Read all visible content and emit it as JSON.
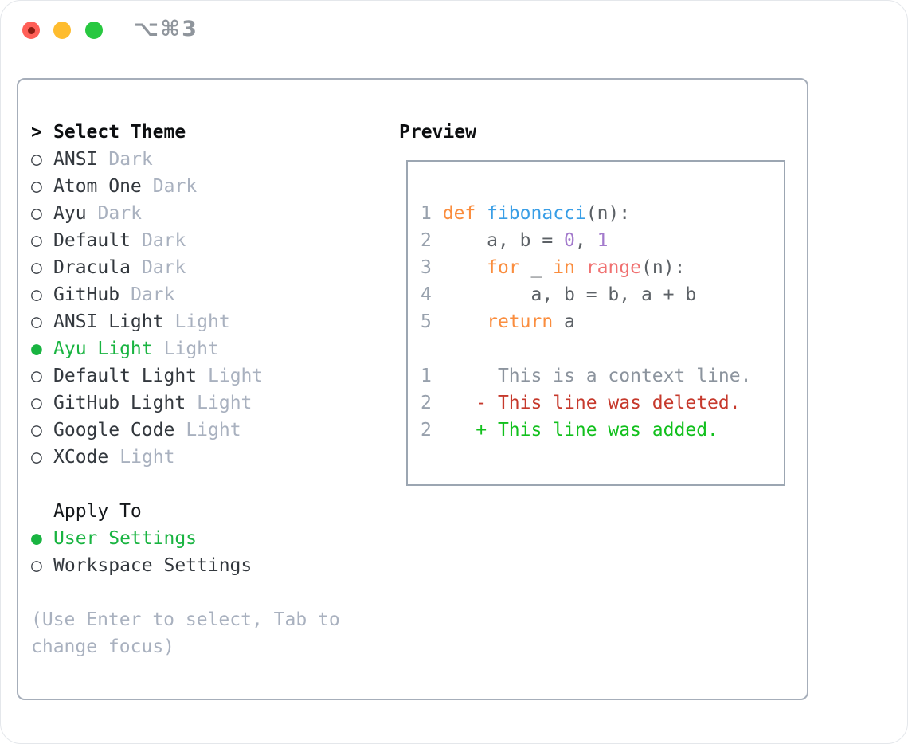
{
  "titlebar": {
    "title": "⌥⌘3",
    "close_color": "#ff5f57",
    "minimize_color": "#febc2e",
    "zoom_color": "#28c840"
  },
  "left": {
    "prompt": ">",
    "select_theme_label": "Select Theme",
    "radio_on": "●",
    "radio_off": "○",
    "themes": [
      {
        "name": "ANSI",
        "variant": "Dark",
        "selected": false
      },
      {
        "name": "Atom One",
        "variant": "Dark",
        "selected": false
      },
      {
        "name": "Ayu",
        "variant": "Dark",
        "selected": false
      },
      {
        "name": "Default",
        "variant": "Dark",
        "selected": false
      },
      {
        "name": "Dracula",
        "variant": "Dark",
        "selected": false
      },
      {
        "name": "GitHub",
        "variant": "Dark",
        "selected": false
      },
      {
        "name": "ANSI Light",
        "variant": "Light",
        "selected": false
      },
      {
        "name": "Ayu Light",
        "variant": "Light",
        "selected": true
      },
      {
        "name": "Default Light",
        "variant": "Light",
        "selected": false
      },
      {
        "name": "GitHub Light",
        "variant": "Light",
        "selected": false
      },
      {
        "name": "Google Code",
        "variant": "Light",
        "selected": false
      },
      {
        "name": "XCode",
        "variant": "Light",
        "selected": false
      }
    ],
    "apply_to_label": "Apply To",
    "apply_options": [
      {
        "label": "User Settings",
        "selected": true
      },
      {
        "label": "Workspace Settings",
        "selected": false
      }
    ],
    "help_line1": "(Use Enter to select, Tab to",
    "help_line2": "change focus)"
  },
  "preview": {
    "label": "Preview",
    "lines": [
      {
        "num": "1",
        "tokens": [
          {
            "c": "p",
            "t": " "
          },
          {
            "c": "k",
            "t": "def "
          },
          {
            "c": "f",
            "t": "fibonacci"
          },
          {
            "c": "p",
            "t": "(n):"
          }
        ]
      },
      {
        "num": "2",
        "tokens": [
          {
            "c": "p",
            "t": "     a, b = "
          },
          {
            "c": "n",
            "t": "0"
          },
          {
            "c": "p",
            "t": ", "
          },
          {
            "c": "n",
            "t": "1"
          }
        ]
      },
      {
        "num": "3",
        "tokens": [
          {
            "c": "p",
            "t": "     "
          },
          {
            "c": "k",
            "t": "for"
          },
          {
            "c": "p",
            "t": " _ "
          },
          {
            "c": "k",
            "t": "in"
          },
          {
            "c": "p",
            "t": " "
          },
          {
            "c": "r",
            "t": "range"
          },
          {
            "c": "p",
            "t": "(n):"
          }
        ]
      },
      {
        "num": "4",
        "tokens": [
          {
            "c": "p",
            "t": "         a, b = b, a + b"
          }
        ]
      },
      {
        "num": "5",
        "tokens": [
          {
            "c": "p",
            "t": "     "
          },
          {
            "c": "k",
            "t": "return"
          },
          {
            "c": "p",
            "t": " a"
          }
        ]
      },
      {
        "num": "",
        "tokens": []
      },
      {
        "num": "1",
        "tokens": [
          {
            "c": "ctx",
            "t": "      This is a context line."
          }
        ]
      },
      {
        "num": "2",
        "tokens": [
          {
            "c": "del",
            "t": "    - This line was deleted."
          }
        ]
      },
      {
        "num": "2",
        "tokens": [
          {
            "c": "add",
            "t": "    + This line was added."
          }
        ]
      }
    ]
  },
  "colors": {
    "selected_green": "#19b441",
    "added_green": "#12c01d",
    "deleted_red": "#c6392c",
    "keyword_orange": "#fa8d3e",
    "function_blue": "#399ee6",
    "constant_purple": "#a37acc",
    "call_coral": "#f07171",
    "code_foreground": "#5c6166",
    "line_number_gray": "#98a1ad",
    "muted_gray": "#a9b1bf",
    "panel_border": "#a6aeba"
  }
}
